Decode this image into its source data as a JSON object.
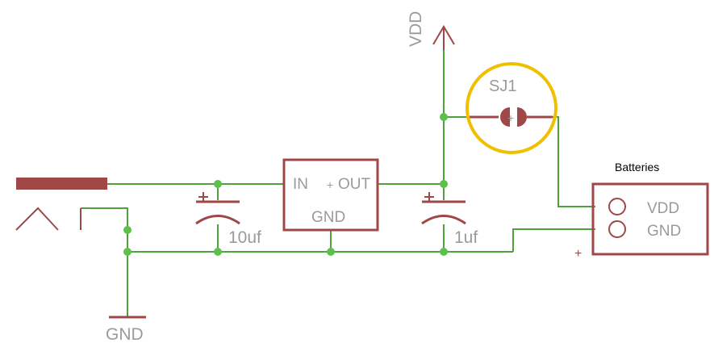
{
  "labels": {
    "vdd_supply": "VDD",
    "gnd_symbol": "GND",
    "regulator_in": "IN",
    "regulator_out": "OUT",
    "regulator_gnd": "GND",
    "cap_input_value": "10uf",
    "cap_output_value": "1uf",
    "jumper_name": "SJ1",
    "battery_title": "Batteries",
    "battery_pin_vdd": "VDD",
    "battery_pin_gnd": "GND",
    "plus_sign": "+"
  },
  "colors": {
    "wire": "#4fa23b",
    "component": "#a04848",
    "junction": "#5cc04a",
    "label": "#9a9a9a",
    "highlight": "#f0c000"
  }
}
